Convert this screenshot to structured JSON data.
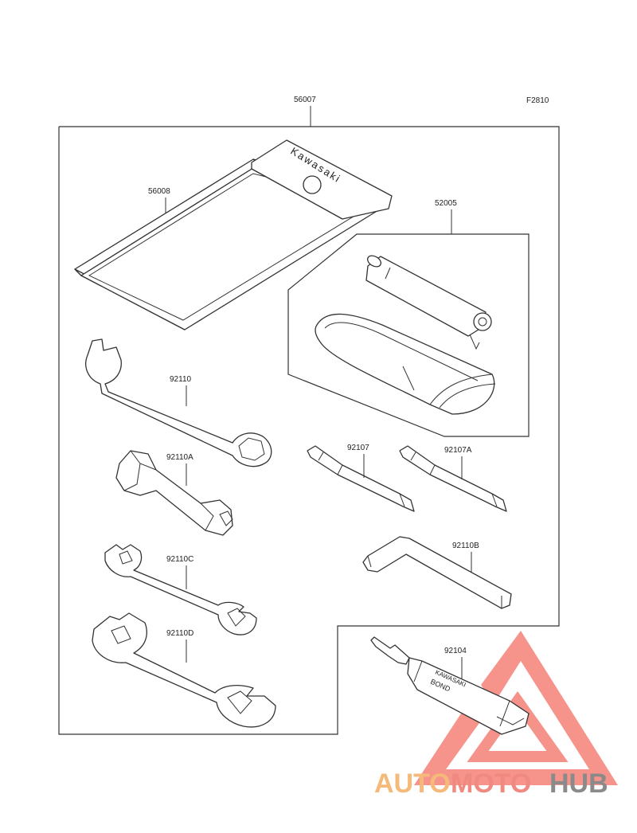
{
  "figure_code": "F2810",
  "labels": {
    "toolkit": "56007",
    "pouch": "56008",
    "pouch_brand": "Kawasaki",
    "repair_kit": "52005",
    "spanner": "92110",
    "plug_wrench": "92110A",
    "screwdriver": "92107",
    "screwdriver_a": "92107A",
    "hex_key": "92110B",
    "wrench_c": "92110C",
    "wrench_d": "92110D",
    "bond": "92104",
    "bond_brand": "KAWASAKI",
    "bond_text": "BOND"
  },
  "watermark": {
    "part1": "AUTO",
    "part2": "MOTO",
    "part3": "HUB",
    "colors": {
      "auto": "#f5b97a",
      "moto": "#f08a80",
      "hub": "#8a8a8a",
      "triangle": "#f26a5e"
    }
  }
}
